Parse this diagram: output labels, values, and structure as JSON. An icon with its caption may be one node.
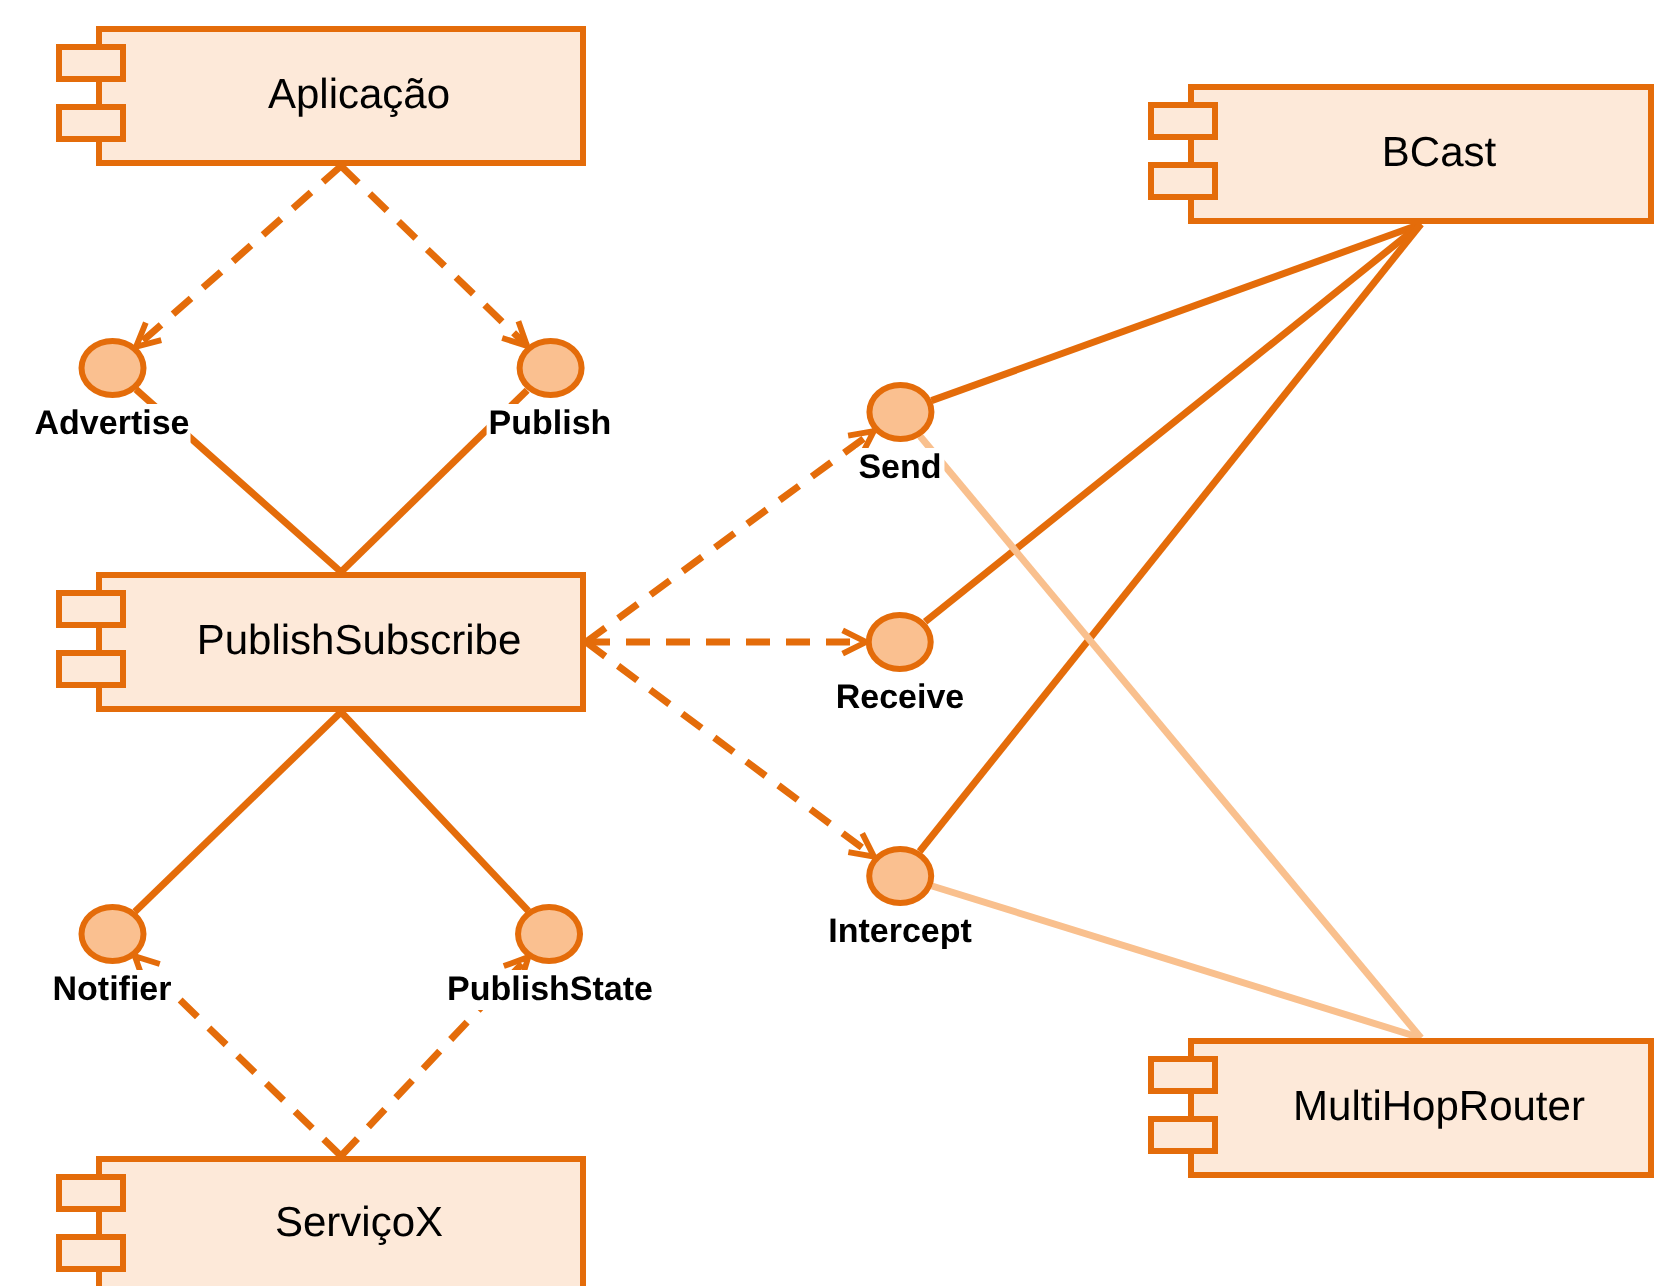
{
  "diagram": {
    "nodes": [
      {
        "text": [
          "Aplicação"
        ]
      },
      {
        "text": [
          "BCast"
        ]
      },
      {
        "text": [
          "Advertise"
        ]
      },
      {
        "text": [
          "Publish"
        ]
      },
      {
        "text": [
          "Send"
        ]
      },
      {
        "text": [
          "PublishSubscribe"
        ]
      },
      {
        "text": [
          "Receive"
        ]
      },
      {
        "text": [
          "Intercept"
        ]
      },
      {
        "text": [
          "Notifier"
        ]
      },
      {
        "text": [
          "PublishState"
        ]
      },
      {
        "text": [
          "MultiHopRouter"
        ]
      },
      {
        "text": [
          "ServiçoX"
        ]
      }
    ],
    "edges": [
      {
        "from": 0,
        "to": 2,
        "arrow": "to",
        "style": "dashed"
      },
      {
        "from": 0,
        "to": 3,
        "arrow": "to",
        "style": "dashed"
      },
      {
        "from": 2,
        "to": 5,
        "arrow": "none"
      },
      {
        "from": 3,
        "to": 5,
        "arrow": "none"
      },
      {
        "from": 5,
        "to": 4,
        "arrow": "to",
        "style": "dashed"
      },
      {
        "from": 5,
        "to": 6,
        "arrow": "to",
        "style": "dashed"
      },
      {
        "from": 5,
        "to": 7,
        "arrow": "to",
        "style": "dashed"
      },
      {
        "from": 4,
        "to": 1,
        "arrow": "none"
      },
      {
        "from": 6,
        "to": 1,
        "arrow": "none"
      },
      {
        "from": 7,
        "to": 1,
        "arrow": "none"
      },
      {
        "from": 4,
        "to": 10,
        "arrow": "none",
        "color": "#f9c08e"
      },
      {
        "from": 7,
        "to": 10,
        "arrow": "none",
        "color": "#f9c08e"
      },
      {
        "from": 5,
        "to": 8,
        "arrow": "none"
      },
      {
        "from": 5,
        "to": 9,
        "arrow": "none"
      },
      {
        "from": 11,
        "to": 8,
        "arrow": "to",
        "style": "dashed"
      },
      {
        "from": 11,
        "to": 9,
        "arrow": "to",
        "style": "dashed"
      }
    ]
  }
}
